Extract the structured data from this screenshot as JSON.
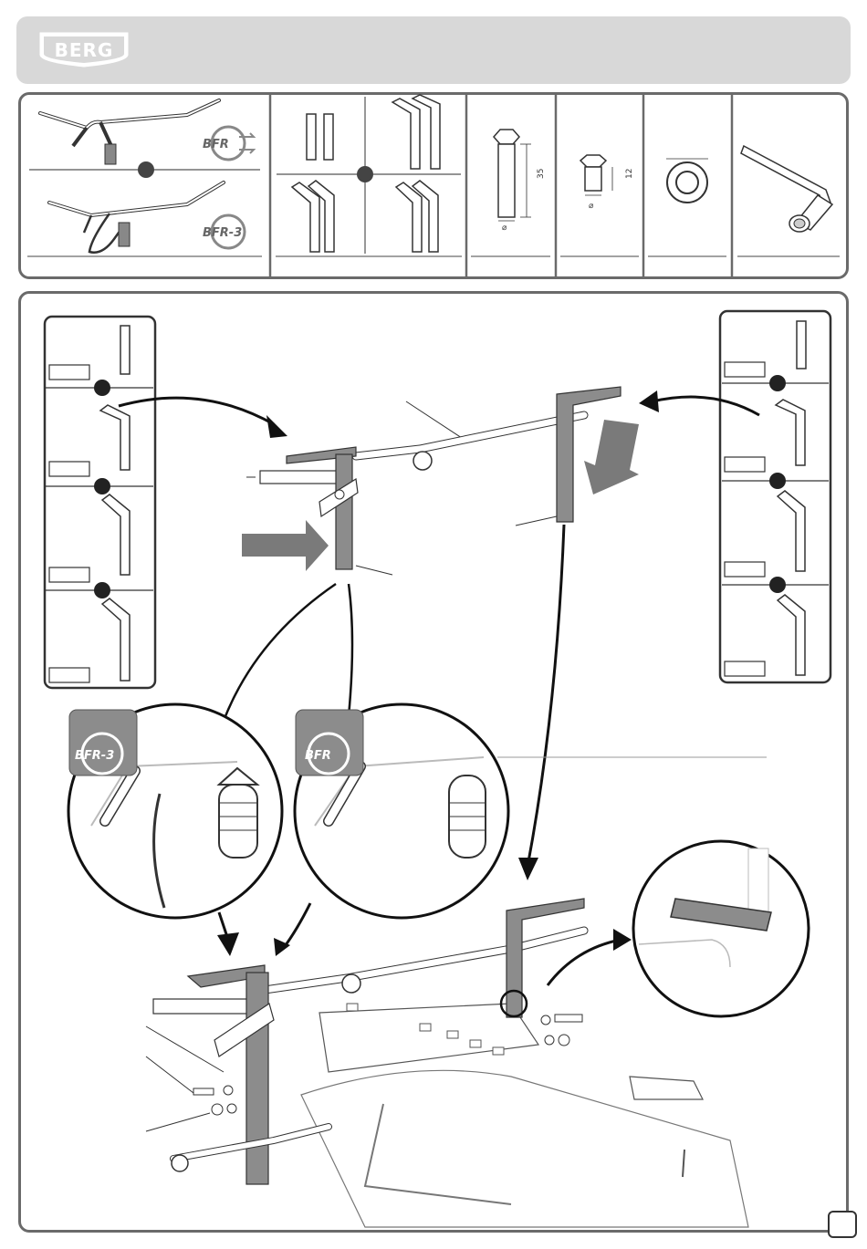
{
  "header": {
    "logo_text": "BERG"
  },
  "parts": {
    "bolt_long_length": "35",
    "bolt_long_diameter": "⌀",
    "bolt_short_length": "12",
    "bolt_short_diameter": "⌀",
    "badge_variant_a": "BFR",
    "badge_variant_b": "BFR-3"
  },
  "assembly": {
    "badge_detail_left": "BFR-3",
    "badge_detail_right": "BFR"
  },
  "colors": {
    "header_bg": "#d8d8d8",
    "panel_border": "#6a6a6a",
    "bracket_gray": "#8c8c8c",
    "arrow_gray": "#7a7a7a"
  },
  "icons": [
    "berg-logo-icon",
    "steering-rod-icon",
    "bracket-icon",
    "bolt-icon",
    "washer-icon",
    "wrench-icon",
    "arrow-icon",
    "magnify-circle-icon"
  ]
}
